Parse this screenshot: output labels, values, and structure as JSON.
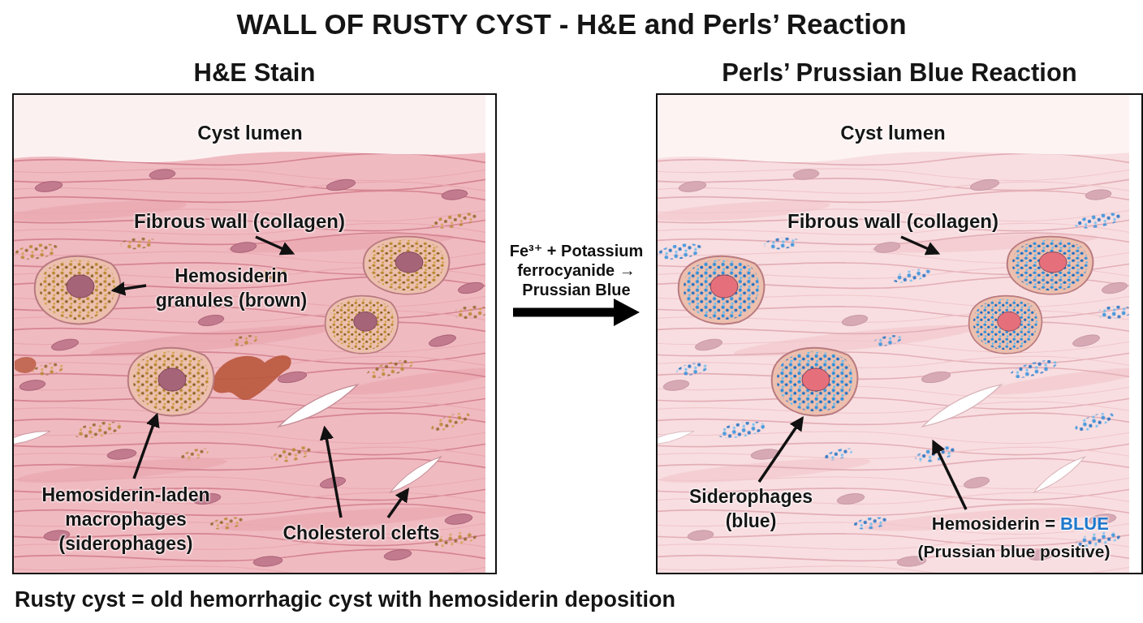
{
  "diagram": {
    "title": "WALL OF RUSTY CYST - H&E and Perls’ Reaction",
    "caption": "Rusty cyst = old hemorrhagic cyst with hemosiderin deposition",
    "nodes": [
      {
        "text": [
          "H&E Stain"
        ]
      },
      {
        "text": [
          "Perls’ Prussian Blue Reaction"
        ]
      }
    ],
    "edges": [
      {
        "from": 0,
        "to": 1,
        "arrow": "to",
        "label": "Fe³⁺ + Potassium ferrocyanide → Prussian Blue"
      }
    ],
    "labels": [
      "Cyst lumen",
      "Fibrous wall (collagen)",
      "Hemosiderin granules (brown)",
      "Hemosiderin-laden macrophages (siderophages)",
      "Cholesterol clefts",
      "Cyst lumen",
      "Fibrous wall (collagen)",
      "Siderophages (blue)",
      "Hemosiderin =",
      "BLUE",
      "(Prussian blue positive)"
    ]
  }
}
